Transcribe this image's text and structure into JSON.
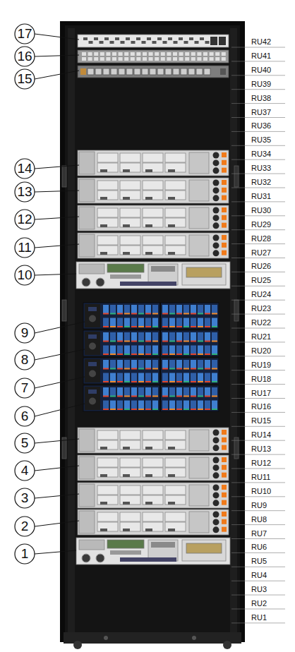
{
  "diagram": {
    "labels": [
      "17",
      "16",
      "15",
      "14",
      "13",
      "12",
      "11",
      "10",
      "9",
      "8",
      "7",
      "6",
      "5",
      "4",
      "3",
      "2",
      "1",
      "RU42",
      "RU41",
      "RU40",
      "RU39",
      "RU38",
      "RU37",
      "RU36",
      "RU35",
      "RU34",
      "RU33",
      "RU32",
      "RU31",
      "RU30",
      "RU29",
      "RU28",
      "RU27",
      "RU26",
      "RU25",
      "RU24",
      "RU23",
      "RU22",
      "RU21",
      "RU20",
      "RU19",
      "RU18",
      "RU17",
      "RU16",
      "RU15",
      "RU14",
      "RU13",
      "RU12",
      "RU11",
      "RU10",
      "RU9",
      "RU8",
      "RU7",
      "RU6",
      "RU5",
      "RU4",
      "RU3",
      "RU2",
      "RU1"
    ]
  }
}
